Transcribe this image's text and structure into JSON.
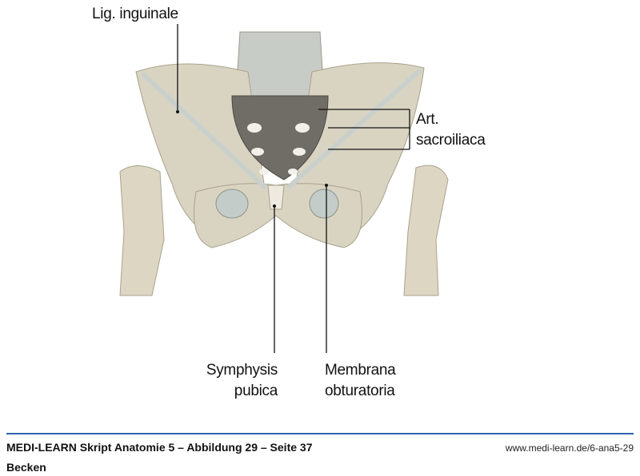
{
  "labels": {
    "lig_inguinale": "Lig. inguinale",
    "art_line1": "Art.",
    "art_line2": "sacroiliaca",
    "symphysis_line1": "Symphysis",
    "symphysis_line2": "pubica",
    "membrana_line1": "Membrana",
    "membrana_line2": "obturatoria"
  },
  "footer": {
    "title": "MEDI-LEARN Skript Anatomie 5 – Abbildung 29 – Seite 37",
    "url": "www.medi-learn.de/6-ana5-29",
    "subtitle": "Becken"
  },
  "colors": {
    "bone": "#d9d4c2",
    "ligament": "#c9d0cc",
    "rule": "#2a63b0"
  }
}
